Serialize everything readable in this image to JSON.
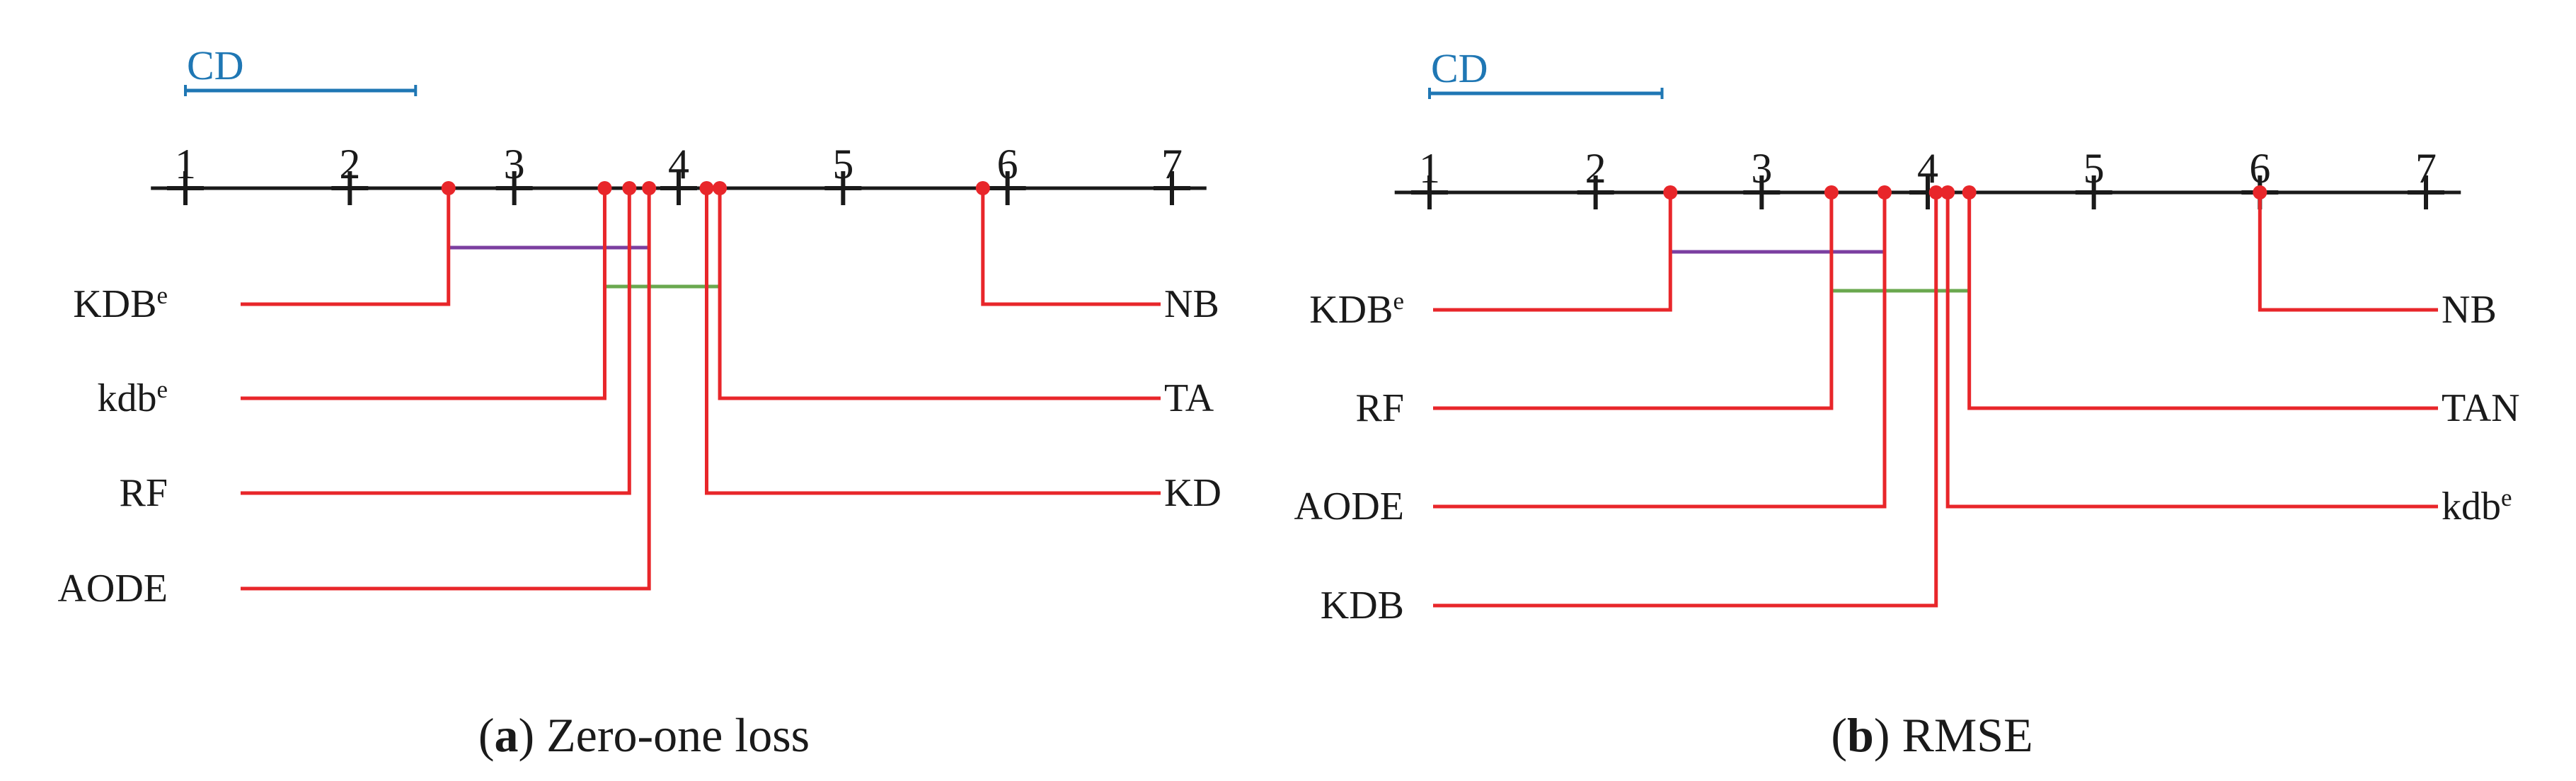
{
  "chart_data": [
    {
      "type": "critical-difference",
      "caption_letter": "a",
      "caption_text": "Zero-one loss",
      "cd_label": "CD",
      "cd_length": 1.4,
      "axis": {
        "min": 1,
        "max": 7,
        "ticks": [
          "1",
          "2",
          "3",
          "4",
          "5",
          "6",
          "7"
        ]
      },
      "left_methods": [
        {
          "name": "KDB",
          "sup": "e",
          "rank": 2.6
        },
        {
          "name": "kdb",
          "sup": "e",
          "rank": 3.55
        },
        {
          "name": "RF",
          "sup": "",
          "rank": 3.7
        },
        {
          "name": "AODE",
          "sup": "",
          "rank": 3.82
        }
      ],
      "right_methods": [
        {
          "name": "NB",
          "sup": "",
          "rank": 5.85
        },
        {
          "name": "TA",
          "sup": "",
          "rank": 4.25
        },
        {
          "name": "KD",
          "sup": "",
          "rank": 4.17
        }
      ],
      "cliques": [
        {
          "from": 2.6,
          "to": 3.82,
          "color": "#7b3fa0"
        },
        {
          "from": 3.55,
          "to": 4.25,
          "color": "#6aa84f"
        }
      ]
    },
    {
      "type": "critical-difference",
      "caption_letter": "b",
      "caption_text": "RMSE",
      "cd_label": "CD",
      "cd_length": 1.4,
      "axis": {
        "min": 1,
        "max": 7,
        "ticks": [
          "1",
          "2",
          "3",
          "4",
          "5",
          "6",
          "7"
        ]
      },
      "left_methods": [
        {
          "name": "KDB",
          "sup": "e",
          "rank": 2.45
        },
        {
          "name": "RF",
          "sup": "",
          "rank": 3.42
        },
        {
          "name": "AODE",
          "sup": "",
          "rank": 3.74
        },
        {
          "name": "KDB",
          "sup": "",
          "rank": 4.05
        }
      ],
      "right_methods": [
        {
          "name": "NB",
          "sup": "",
          "rank": 6.0
        },
        {
          "name": "TAN",
          "sup": "",
          "rank": 4.25
        },
        {
          "name": "kdb",
          "sup": "e",
          "rank": 4.12
        }
      ],
      "cliques": [
        {
          "from": 2.45,
          "to": 3.74,
          "color": "#7b3fa0"
        },
        {
          "from": 3.42,
          "to": 4.25,
          "color": "#6aa84f"
        }
      ]
    }
  ]
}
